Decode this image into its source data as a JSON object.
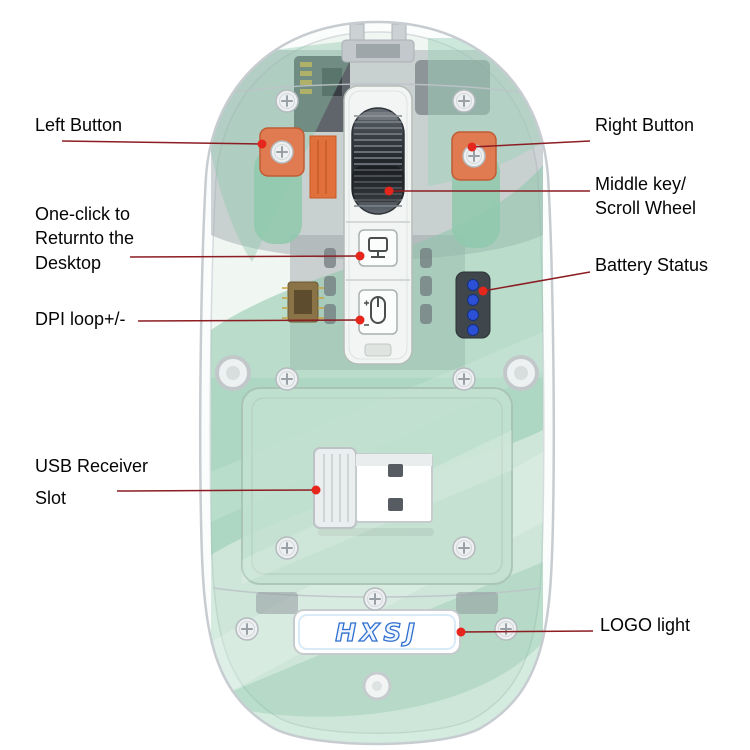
{
  "labels": {
    "left_button": "Left Button",
    "one_click": "One-click to\nReturnto the\nDesktop",
    "dpi_loop": "DPI loop+/-",
    "usb_receiver": "USB Receiver\nSlot",
    "right_button": "Right Button",
    "middle_key": "Middle key/\nScroll Wheel",
    "battery_status": "Battery Status",
    "logo_light": "LOGO light"
  },
  "logo": {
    "text": "HXSJ"
  },
  "colors": {
    "leader_line": "#8c1d22",
    "pointer_dot": "#e4261d",
    "shell_green": "#8cc7ab",
    "switch_orange": "#e07a50",
    "battery_led_blue": "#2b50d6",
    "logo_blue": "#2f6fd0"
  },
  "icons": {
    "screw": "cross-head-screw",
    "scroll_wheel": "ribbed-wheel",
    "desktop_button": "monitor-glyph",
    "dpi_button": "mouse-plus-minus-glyph",
    "battery_status": "four-led-dots",
    "usb_receiver": "usb-a-plug"
  }
}
